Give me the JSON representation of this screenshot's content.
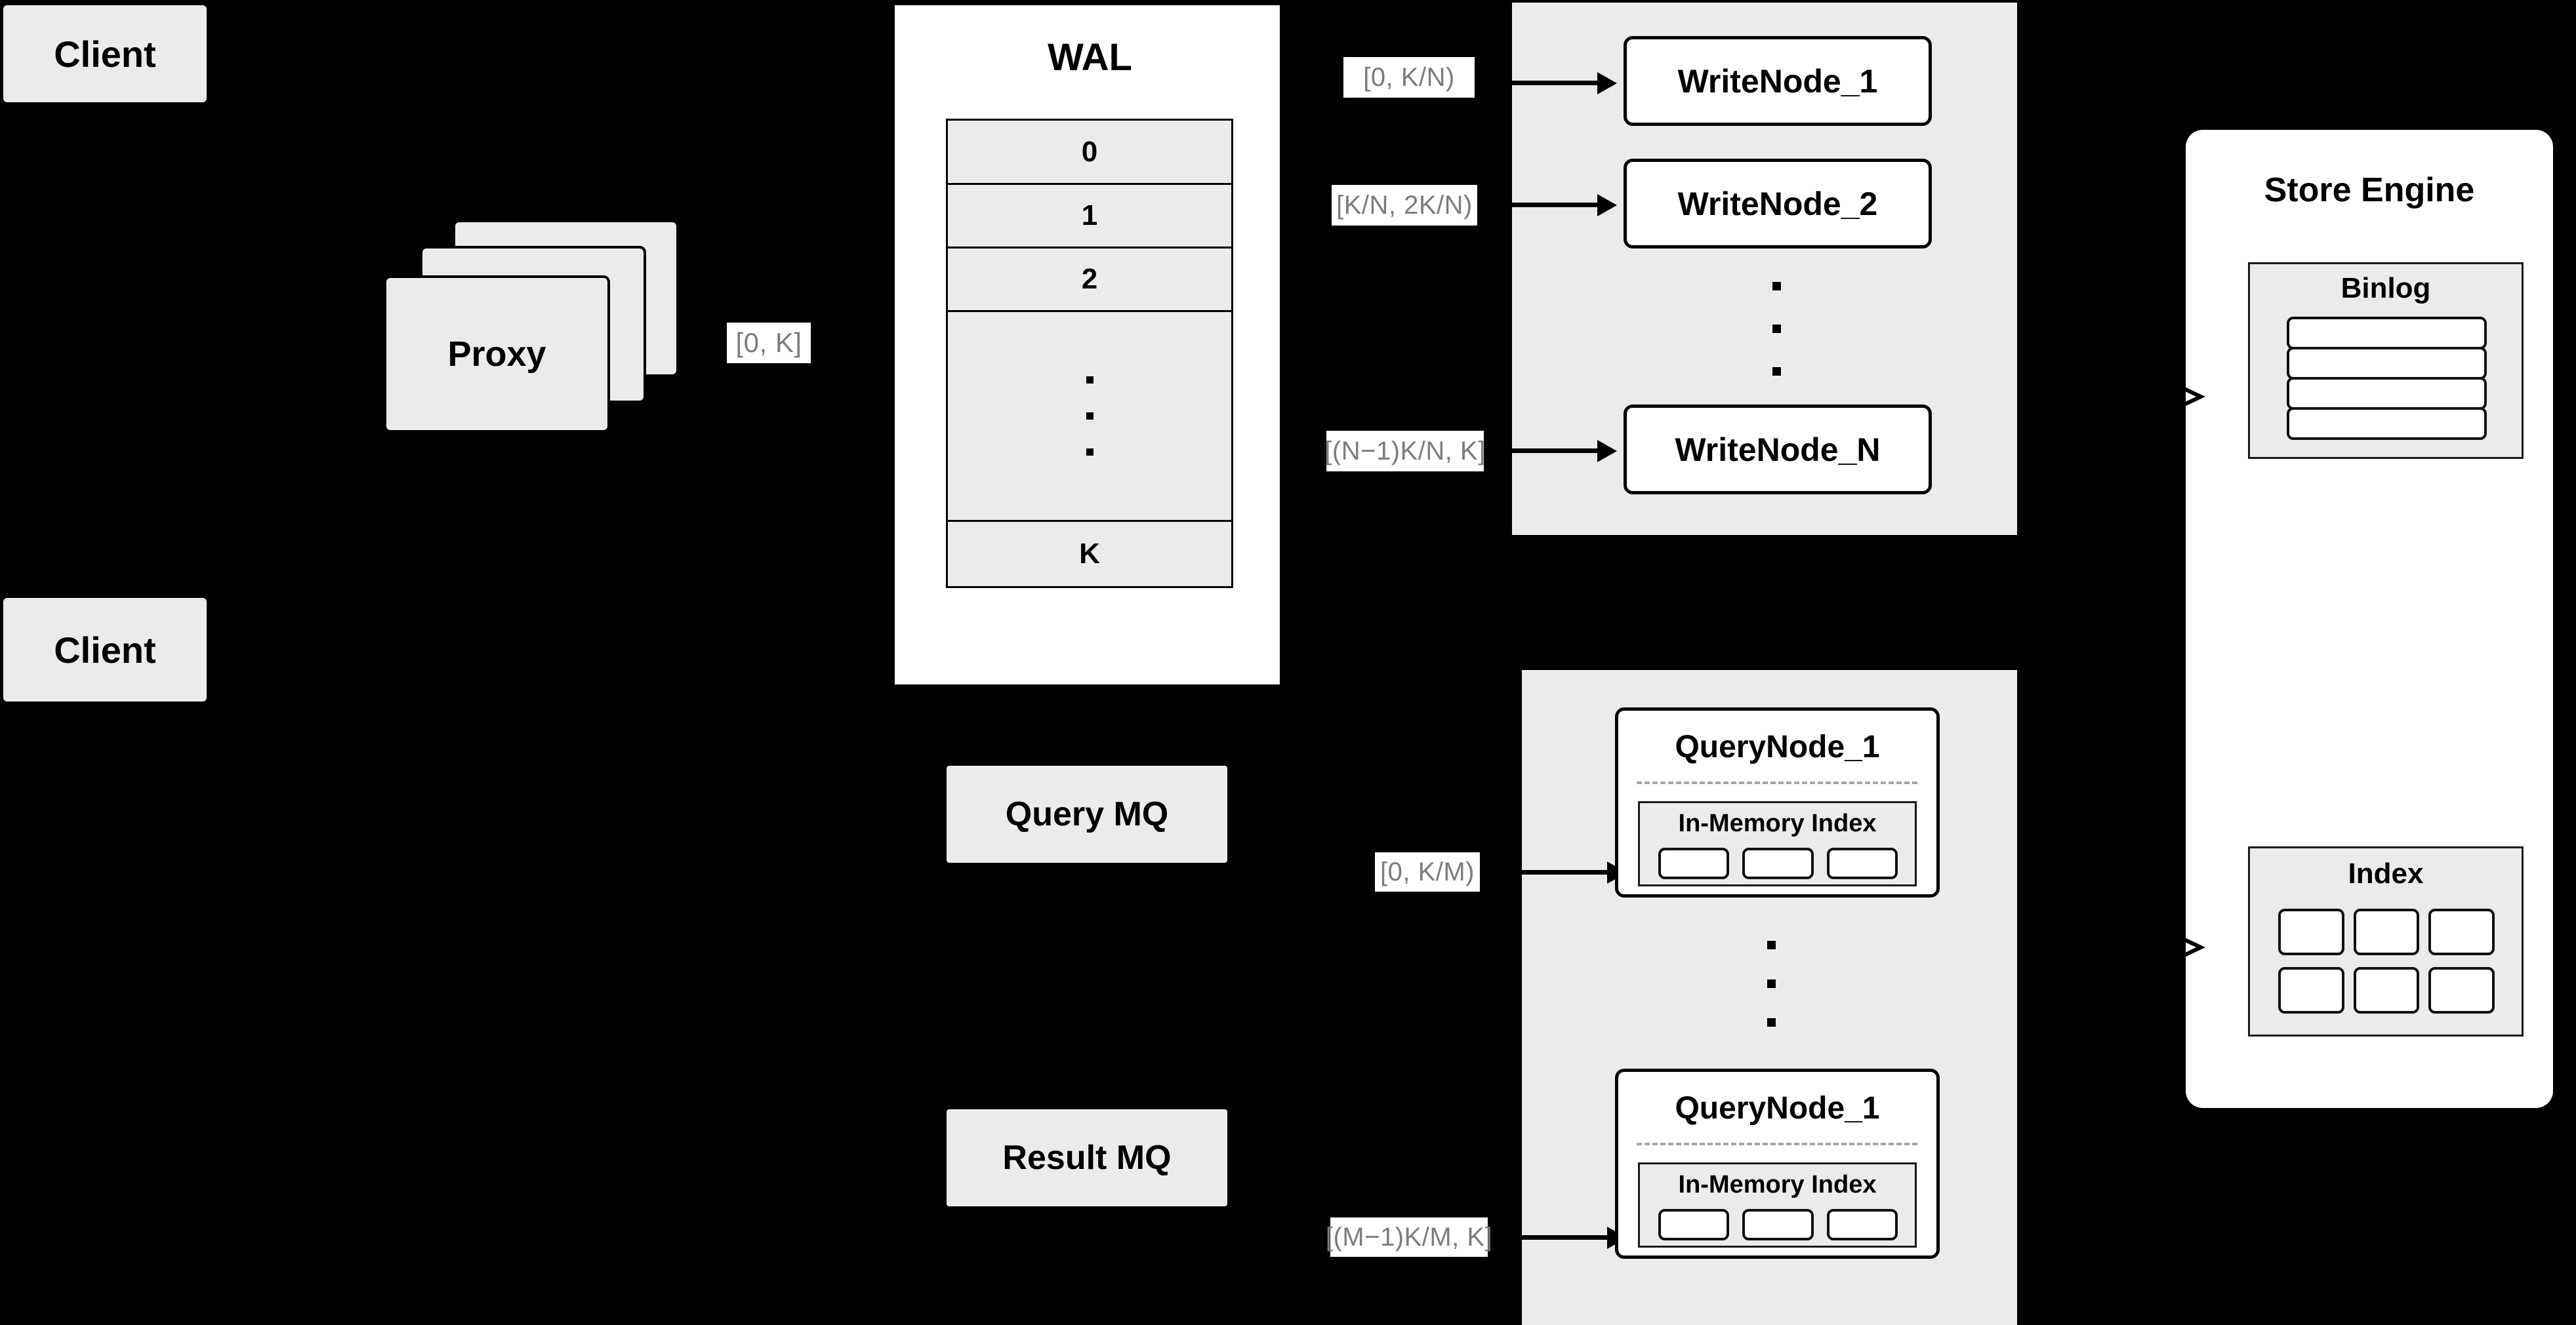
{
  "diagram": {
    "title": "Distributed Write/Query Architecture",
    "background_color": "#000000",
    "box_fill": "#ebebeb",
    "card_fill": "#ffffff",
    "label_text_color": "#7d7d7d",
    "stroke_color": "#000000"
  },
  "clients": [
    {
      "label": "Client"
    },
    {
      "label": "Client"
    }
  ],
  "proxy": {
    "label": "Proxy",
    "stack_count": 3,
    "output_range_label": "[0, K]"
  },
  "wal": {
    "title": "WAL",
    "rows": [
      {
        "label": "0",
        "kind": "entry"
      },
      {
        "label": "1",
        "kind": "entry"
      },
      {
        "label": "2",
        "kind": "entry"
      },
      {
        "label": "",
        "kind": "ellipsis"
      },
      {
        "label": "K",
        "kind": "entry"
      }
    ]
  },
  "write_cluster": {
    "nodes": [
      {
        "label": "WriteNode_1",
        "range_label": "[0,  K/N)"
      },
      {
        "label": "WriteNode_2",
        "range_label": "[K/N, 2K/N)"
      },
      {
        "label": "WriteNode_N",
        "range_label": "[(N−1)K/N,  K]"
      }
    ],
    "ellipsis": true
  },
  "queues": [
    {
      "label": "Query MQ"
    },
    {
      "label": "Result MQ"
    }
  ],
  "query_cluster": {
    "nodes": [
      {
        "label": "QueryNode_1",
        "range_label": "[0, K/M)",
        "in_memory_index": {
          "title": "In-Memory Index",
          "cell_count": 3
        }
      },
      {
        "label": "QueryNode_1",
        "range_label": "[(M−1)K/M, K]",
        "in_memory_index": {
          "title": "In-Memory Index",
          "cell_count": 3
        }
      }
    ],
    "ellipsis": true
  },
  "store_engine": {
    "title": "Store Engine",
    "binlog": {
      "title": "Binlog",
      "row_count": 4
    },
    "index": {
      "title": "Index",
      "columns": 3,
      "rows": 2,
      "cell_count": 6
    }
  }
}
